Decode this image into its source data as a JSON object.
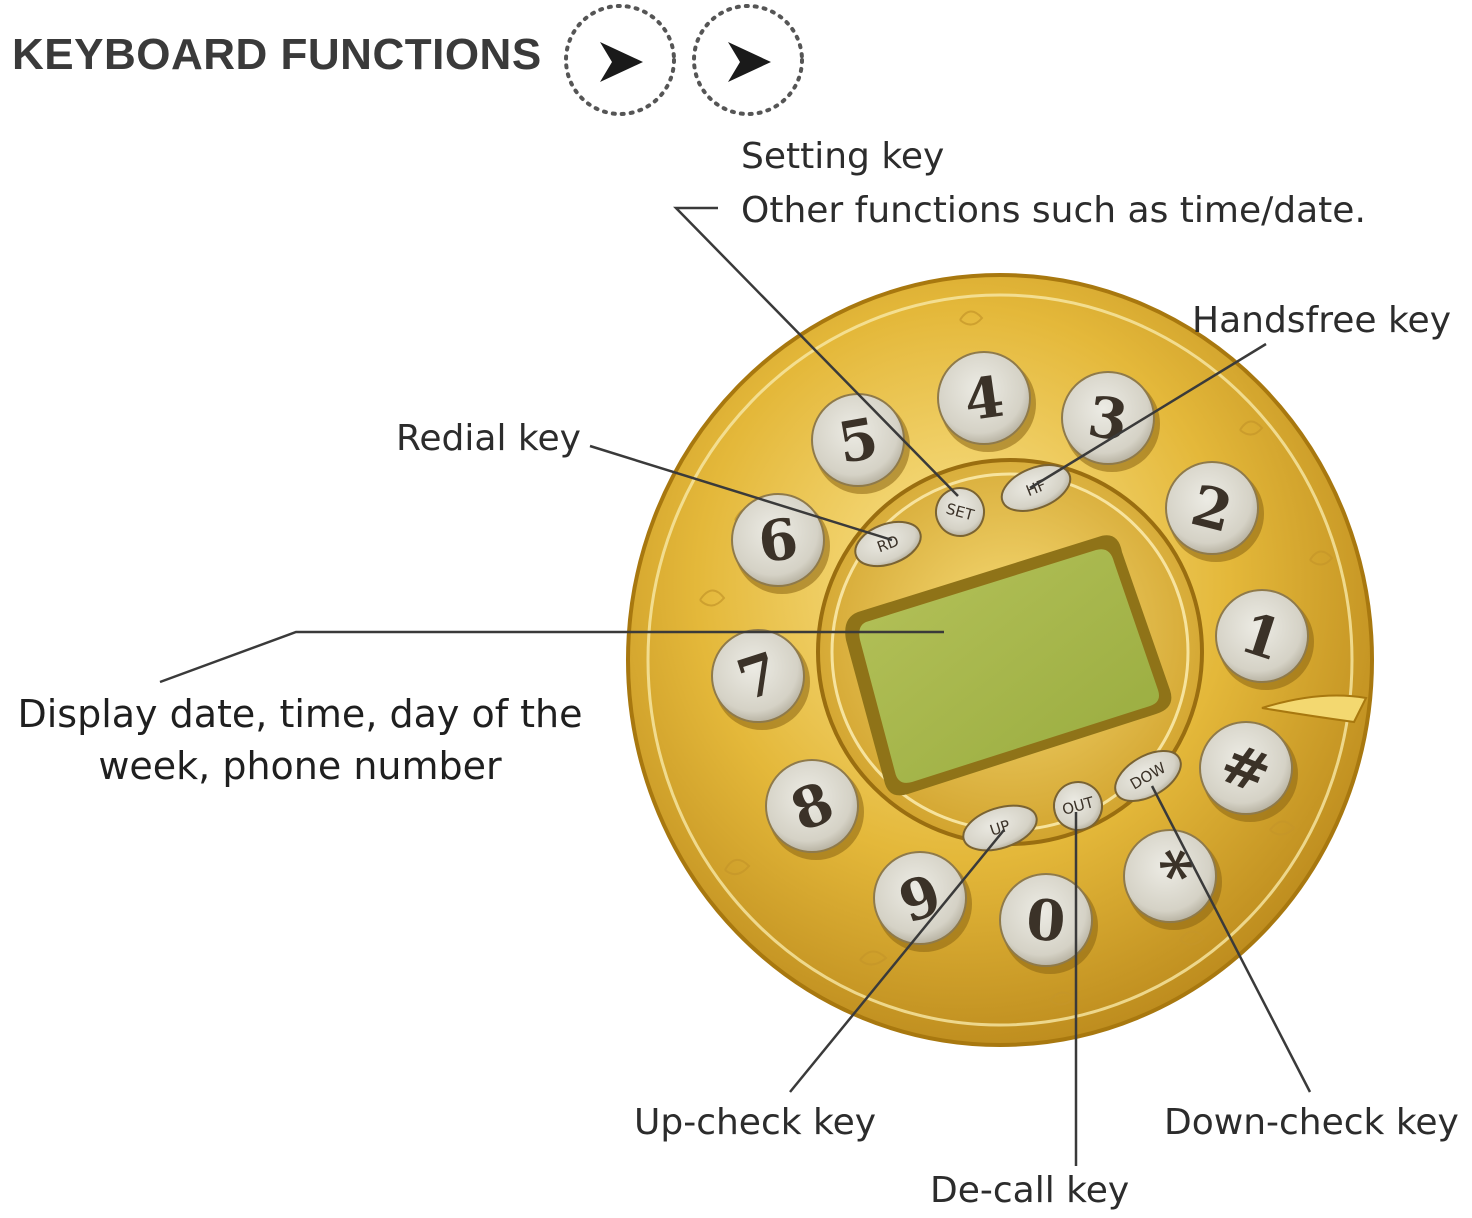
{
  "header": {
    "title": "KEYBOARD FUNCTIONS",
    "icons": [
      "chevron-right-icon",
      "chevron-right-icon"
    ]
  },
  "labels": {
    "setting_line1": "Setting key",
    "setting_line2": "Other functions such as time/date.",
    "handsfree": "Handsfree key",
    "redial": "Redial key",
    "display_line1": "Display date, time, day of the",
    "display_line2": "week, phone number",
    "upcheck": "Up-check key",
    "decall": "De-call key",
    "downcheck": "Down-check key"
  },
  "dial": {
    "keys": [
      "1",
      "2",
      "3",
      "4",
      "5",
      "6",
      "7",
      "8",
      "9",
      "0",
      "*",
      "#"
    ],
    "function_keys": {
      "rd": "RD",
      "set": "SET",
      "hf": "HF",
      "up": "UP",
      "out": "OUT",
      "dow": "DOW"
    }
  },
  "colors": {
    "gold_light": "#f3d56a",
    "gold_mid": "#dcae2c",
    "gold_dark": "#a8780f",
    "key_face": "#dedbd0",
    "lcd": "#a8b84c",
    "line": "#3a3a3a"
  }
}
